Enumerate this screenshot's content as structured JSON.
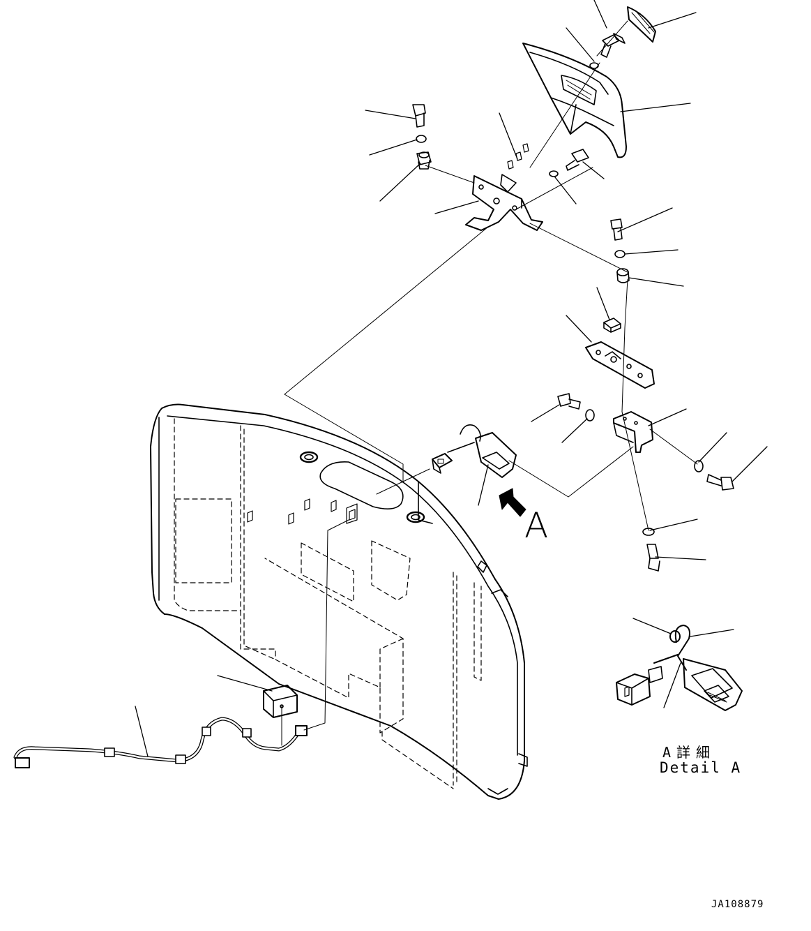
{
  "labels": {
    "view_letter": "A",
    "detail_title_ja": "A詳細",
    "detail_title_en": "Detail A",
    "drawing_id": "JA108879"
  },
  "colors": {
    "ink": "#000000",
    "paper": "#ffffff"
  }
}
